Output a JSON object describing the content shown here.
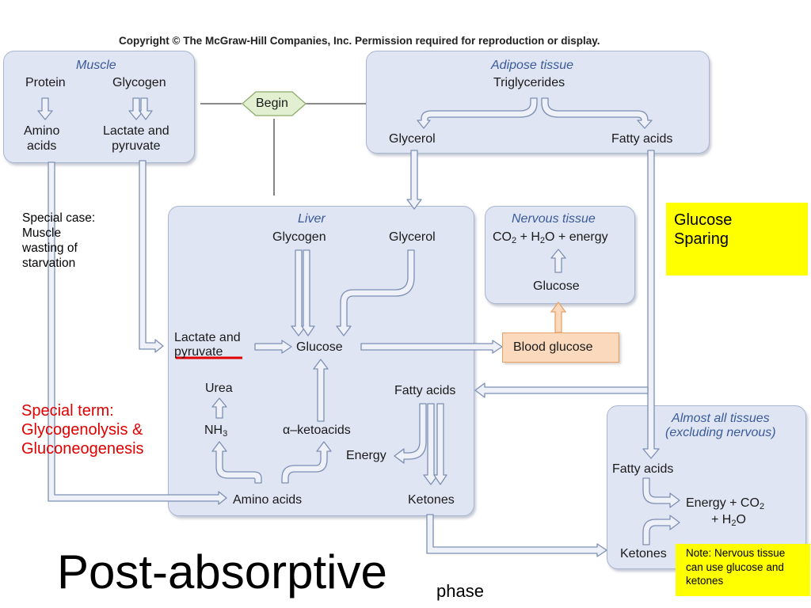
{
  "copyright": "Copyright © The McGraw-Hill Companies, Inc. Permission required for reproduction or display.",
  "begin": "Begin",
  "muscle": {
    "title": "Muscle",
    "protein": "Protein",
    "glycogen": "Glycogen",
    "amino_acids": "Amino\nacids",
    "lactate_pyruvate": "Lactate and\npyruvate"
  },
  "adipose": {
    "title": "Adipose tissue",
    "triglycerides": "Triglycerides",
    "glycerol": "Glycerol",
    "fatty_acids": "Fatty acids"
  },
  "liver": {
    "title": "Liver",
    "glycogen": "Glycogen",
    "glycerol": "Glycerol",
    "lactate_pyruvate": "Lactate and\npyruvate",
    "glucose": "Glucose",
    "urea": "Urea",
    "nh3": "NH",
    "nh3_sub": "3",
    "ketoacids": "α–ketoacids",
    "fatty_acids": "Fatty acids",
    "energy": "Energy",
    "amino_acids": "Amino acids",
    "ketones": "Ketones"
  },
  "nervous": {
    "title": "Nervous tissue",
    "co2": "CO",
    "co2_sub": "2",
    "plus_h": " + H",
    "h2o_sub": "2",
    "o_energy": "O + energy",
    "glucose": "Glucose"
  },
  "blood_glucose": "Blood glucose",
  "all_tissues": {
    "title1": "Almost all tissues",
    "title2": "(excluding nervous)",
    "fatty_acids": "Fatty acids",
    "energy_co2": "Energy + CO",
    "co2_sub": "2",
    "plus_h": "+ H",
    "h2o_sub": "2",
    "o": "O",
    "ketones": "Ketones"
  },
  "annotations": {
    "special_case": "Special case:\nMuscle\nwasting of\nstarvation",
    "glucose_sparing": "Glucose\nSparing",
    "special_term": "Special term:\nGlycogenolysis &\nGluconeogenesis",
    "note": "Note: Nervous tissue\ncan use glucose and\nketones",
    "title_main": "Post-absorptive",
    "title_small": "phase"
  },
  "colors": {
    "box_fill": "#dfe5f2",
    "arrow_fill": "#eef1f8",
    "arrow_stroke": "#7d8fb5",
    "blood_glucose_fill": "#fbd9bd",
    "begin_fill": "#e3efd1",
    "yellow": "#ffff00",
    "red_text": "#e00000"
  }
}
